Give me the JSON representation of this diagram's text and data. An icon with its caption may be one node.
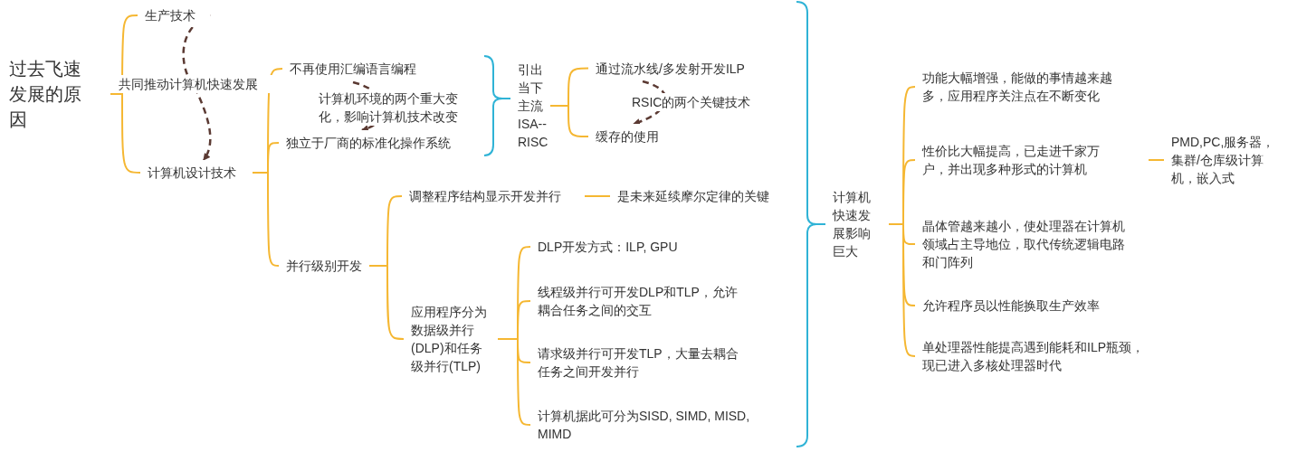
{
  "diagram": {
    "nodes": [
      {
        "text": [
          "过去飞速发展的原因"
        ]
      },
      {
        "text": [
          "生产技术"
        ]
      },
      {
        "text": [
          "计算机设计技术"
        ]
      },
      {
        "text": [
          "不再使用汇编语言编程"
        ]
      },
      {
        "text": [
          "独立于厂商的标准化操作系统"
        ]
      },
      {
        "text": [
          "并行级别开发"
        ]
      },
      {
        "text": [
          "引出当下主流ISA--RISC"
        ]
      },
      {
        "text": [
          "通过流水线/多发射开发ILP"
        ]
      },
      {
        "text": [
          "缓存的使用"
        ]
      },
      {
        "text": [
          "调整程序结构显示开发并行"
        ]
      },
      {
        "text": [
          "是未来延续摩尔定律的关键"
        ]
      },
      {
        "text": [
          "应用程序分为数据级并行(DLP)和任务级并行(TLP)"
        ]
      },
      {
        "text": [
          "DLP开发方式：ILP, GPU"
        ]
      },
      {
        "text": [
          "线程级并行可开发DLP和TLP，允许耦合任务之间的交互"
        ]
      },
      {
        "text": [
          "请求级并行可开发TLP，大量去耦合任务之间开发并行"
        ]
      },
      {
        "text": [
          "计算机据此可分为SISD, SIMD, MISD, MIMD"
        ]
      },
      {
        "text": [
          "计算机快速发展影响巨大"
        ]
      },
      {
        "text": [
          "功能大幅增强，能做的事情越来越多，应用程序关注点在不断变化"
        ]
      },
      {
        "text": [
          "性价比大幅提高，已走进千家万户，并出现多种形式的计算机"
        ]
      },
      {
        "text": [
          "晶体管越来越小，使处理器在计算机领域占主导地位，取代传统逻辑电路和门阵列"
        ]
      },
      {
        "text": [
          "允许程序员以性能换取生产效率"
        ]
      },
      {
        "text": [
          "单处理器性能提高遇到能耗和ILP瓶颈，现已进入多核处理器时代"
        ]
      },
      {
        "text": [
          "PMD,PC,服务器，集群/仓库级计算机，嵌入式"
        ]
      }
    ],
    "edges": [
      {
        "from": 0,
        "to": 1,
        "arrow": "none"
      },
      {
        "from": 0,
        "to": 2,
        "arrow": "none"
      },
      {
        "from": 1,
        "to": 2,
        "arrow": "to",
        "label": "共同推动计算机快速发展",
        "style": "dashed",
        "color": "#5b3a33"
      },
      {
        "from": 2,
        "to": 3,
        "arrow": "none"
      },
      {
        "from": 2,
        "to": 4,
        "arrow": "none"
      },
      {
        "from": 2,
        "to": 5,
        "arrow": "none"
      },
      {
        "from": 3,
        "to": 4,
        "arrow": "to",
        "label": "计算机环境的两个重大变化，影响计算机技术改变",
        "style": "dashed",
        "color": "#5b3a33"
      },
      {
        "from": 3,
        "to": 6,
        "arrow": "none",
        "color": "#2fb3d6"
      },
      {
        "from": 4,
        "to": 6,
        "arrow": "none",
        "color": "#2fb3d6"
      },
      {
        "from": 6,
        "to": 7,
        "arrow": "none"
      },
      {
        "from": 6,
        "to": 8,
        "arrow": "none"
      },
      {
        "from": 7,
        "to": 8,
        "arrow": "to",
        "label": "RSIC的两个关键技术",
        "style": "dashed",
        "color": "#5b3a33"
      },
      {
        "from": 5,
        "to": 9,
        "arrow": "none"
      },
      {
        "from": 5,
        "to": 11,
        "arrow": "none"
      },
      {
        "from": 9,
        "to": 10,
        "arrow": "none"
      },
      {
        "from": 11,
        "to": 12,
        "arrow": "none"
      },
      {
        "from": 11,
        "to": 13,
        "arrow": "none"
      },
      {
        "from": 11,
        "to": 14,
        "arrow": "none"
      },
      {
        "from": 11,
        "to": 15,
        "arrow": "none"
      },
      {
        "from": null,
        "to": 16,
        "arrow": "none",
        "color": "#2fb3d6"
      },
      {
        "from": 16,
        "to": 17,
        "arrow": "none"
      },
      {
        "from": 16,
        "to": 18,
        "arrow": "none"
      },
      {
        "from": 16,
        "to": 19,
        "arrow": "none"
      },
      {
        "from": 16,
        "to": 20,
        "arrow": "none"
      },
      {
        "from": 16,
        "to": 21,
        "arrow": "none"
      },
      {
        "from": 18,
        "to": 22,
        "arrow": "none"
      }
    ]
  }
}
